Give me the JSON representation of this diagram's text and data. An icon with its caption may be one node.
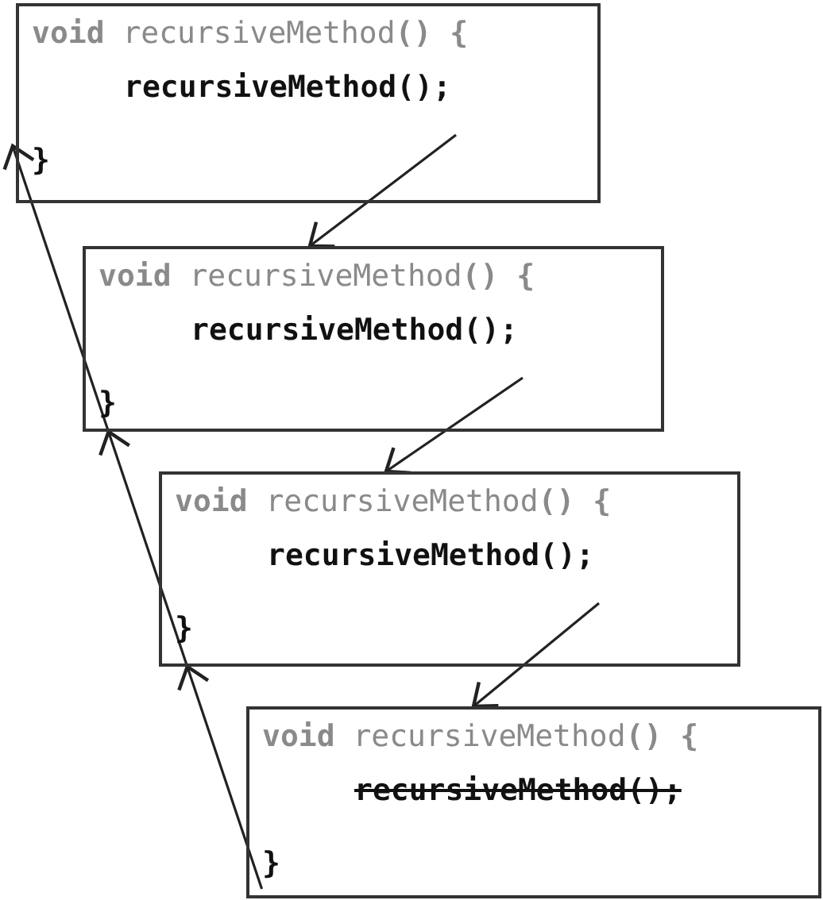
{
  "diagram": {
    "nodes": [
      {
        "text": [
          "**void** recursiveMethod**() {**",
          "recursiveMethod();",
          "}"
        ]
      },
      {
        "text": [
          "**void** recursiveMethod**() {**",
          "recursiveMethod();",
          "}"
        ]
      },
      {
        "text": [
          "**void** recursiveMethod**() {**",
          "recursiveMethod();",
          "}"
        ]
      },
      {
        "text": [
          "**void** recursiveMethod**() {**",
          "recursiveMethod();",
          "}"
        ]
      }
    ],
    "edges": [
      {
        "from": 0,
        "to": 1,
        "arrow": "to"
      },
      {
        "from": 1,
        "to": 2,
        "arrow": "to"
      },
      {
        "from": 2,
        "to": 3,
        "arrow": "to"
      },
      {
        "from": 3,
        "to": 2,
        "arrow": "to"
      },
      {
        "from": 2,
        "to": 1,
        "arrow": "to"
      },
      {
        "from": 1,
        "to": 0,
        "arrow": "to"
      }
    ]
  }
}
